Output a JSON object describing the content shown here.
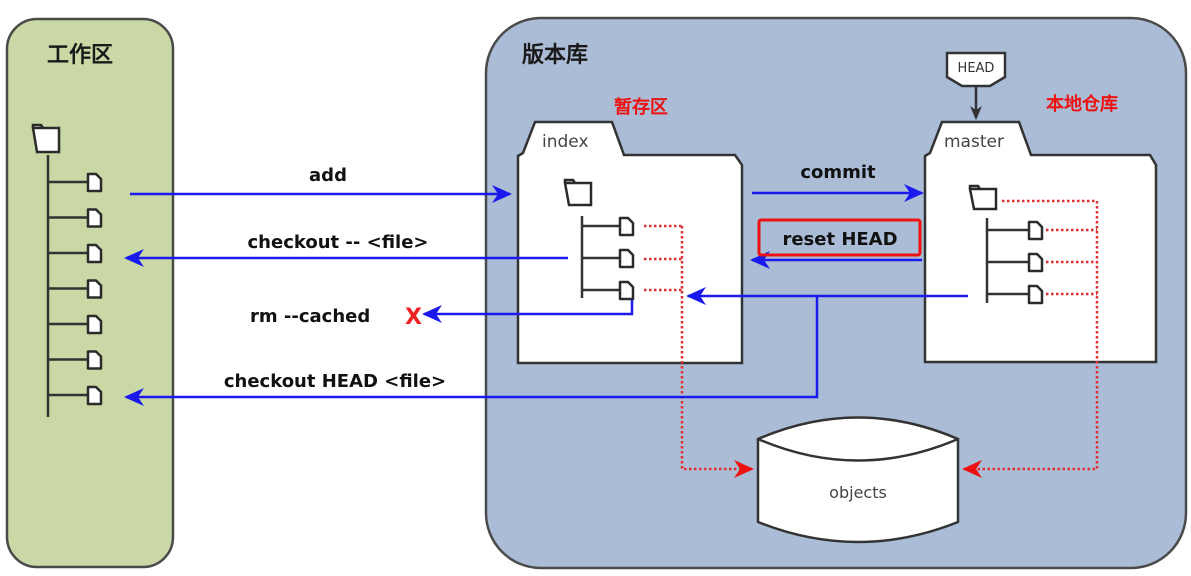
{
  "workspace": {
    "title": "工作区",
    "file_count": 7
  },
  "repository": {
    "title": "版本库",
    "staging_note": "暂存区",
    "local_repo_note": "本地仓库",
    "index_label": "index",
    "master_label": "master",
    "head_label": "HEAD",
    "objects_label": "objects",
    "index_file_count": 3,
    "master_file_count": 3
  },
  "commands": {
    "add": "add",
    "checkout_file": "checkout -- <file>",
    "rm_cached": "rm --cached",
    "rm_cached_mark": "X",
    "checkout_head_file": "checkout HEAD <file>",
    "commit": "commit",
    "reset_head": "reset HEAD"
  },
  "colors": {
    "workspace_fill": "#c9d8a5",
    "repo_fill": "#abbdd6",
    "arrow_blue": "#1a1aee",
    "dotted_red": "#e03030",
    "highlight_red": "#ee1111",
    "outline": "#444444"
  }
}
